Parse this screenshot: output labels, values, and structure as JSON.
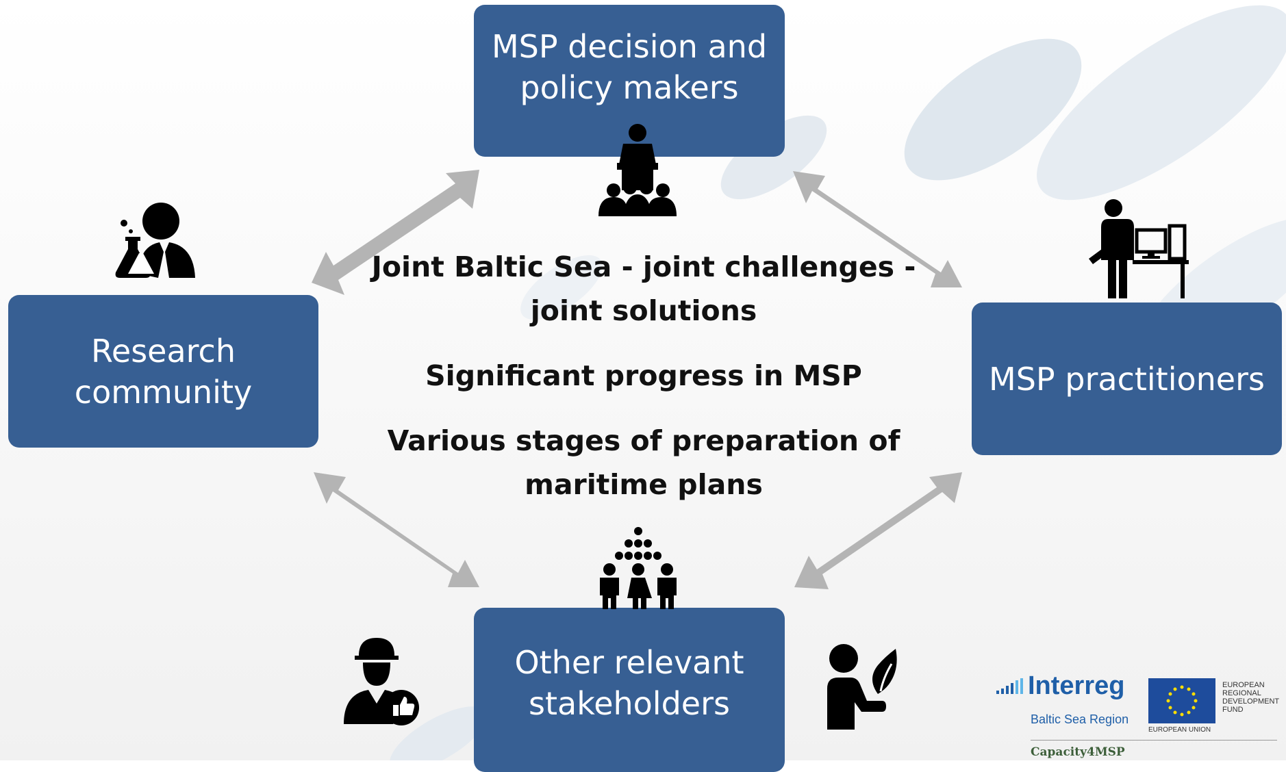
{
  "nodes": {
    "top": {
      "line1": "MSP decision and",
      "line2": "policy makers"
    },
    "left": {
      "line1": "Research",
      "line2": "community"
    },
    "right": {
      "line1": "MSP practitioners"
    },
    "bottom": {
      "line1": "Other relevant",
      "line2": "stakeholders"
    }
  },
  "center": {
    "statement1": {
      "line1": "Joint Baltic Sea - joint challenges -",
      "line2": "joint solutions"
    },
    "statement2": "Significant progress in MSP",
    "statement3": {
      "line1": "Various stages of preparation of",
      "line2": "maritime plans"
    }
  },
  "footer": {
    "interreg": "Interreg",
    "region": "Baltic Sea Region",
    "eu_label": "EUROPEAN UNION",
    "fund": {
      "line1": "EUROPEAN",
      "line2": "REGIONAL",
      "line3": "DEVELOPMENT",
      "line4": "FUND"
    },
    "project": "Capacity4MSP"
  },
  "colors": {
    "box": "#375f93",
    "arrow": "#b4b4b4",
    "interreg_blue": "#1f5fa8",
    "eu_blue": "#1e4c9c",
    "eu_star": "#ffde00",
    "project_green": "#3d5f3a"
  }
}
